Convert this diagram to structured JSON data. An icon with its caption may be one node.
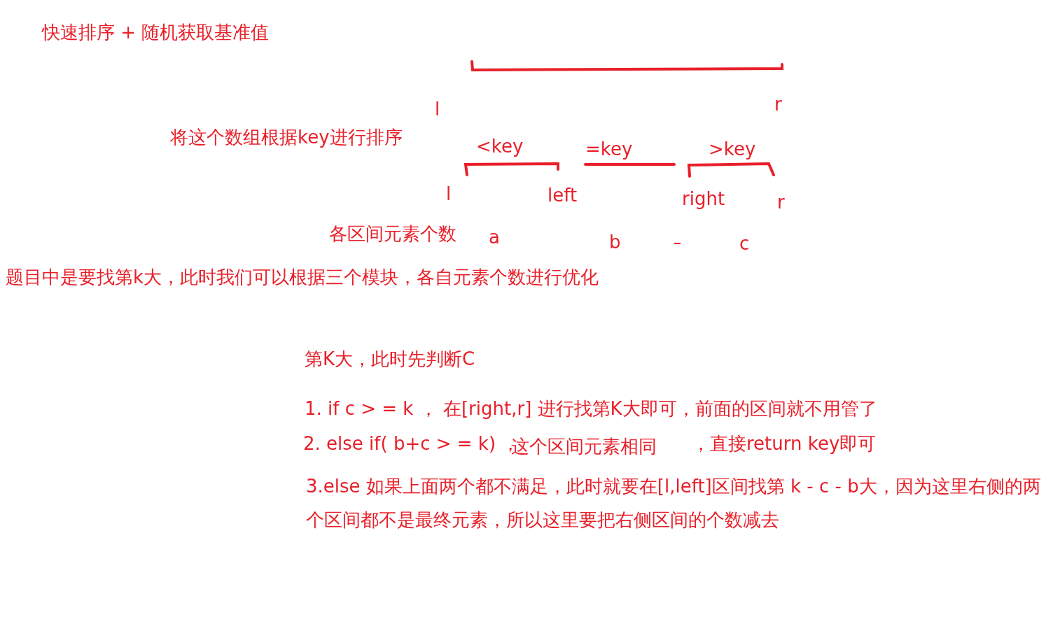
{
  "diagram": {
    "title": "快速排序 + 随机获取基准值",
    "labels": [
      "l",
      "r",
      "将这个数组根据key进行排序",
      "<key",
      "=key",
      ">key",
      "l",
      "left",
      "right",
      "r",
      "各区间元素个数",
      "a",
      "b",
      "c",
      "题目中是要找第k大，此时我们可以根据三个模块，各自元素个数进行优化",
      "第K大，此时先判断C",
      "1. if  c > = k ， 在[right,r] 进行找第K大即可，前面的区间就不用管了",
      "2. else if( b+c > = k) ，",
      "这个区间元素相同",
      "，直接return key即可",
      "3.else 如果上面两个都不满足，此时就要在[l,left]区间找第 k - c - b大，因为这里右侧的两个区间都不是最终元素，所以这里要把右侧区间的个数减去"
    ]
  }
}
